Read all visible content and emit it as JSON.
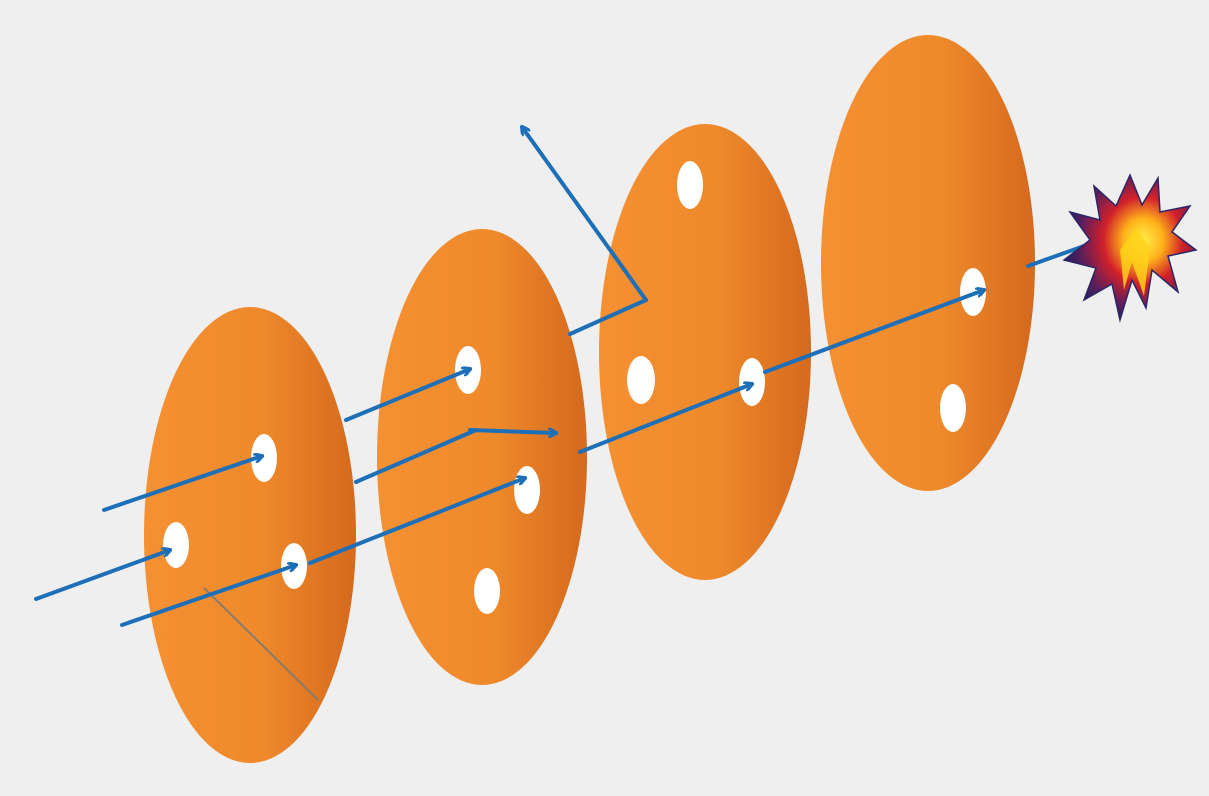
{
  "diagram": {
    "description_items": {
      "discs": [
        {
          "name": "disc-1",
          "holes": 3
        },
        {
          "name": "disc-2",
          "holes": 3
        },
        {
          "name": "disc-3",
          "holes": 3
        },
        {
          "name": "disc-4",
          "holes": 2
        }
      ],
      "target_icon": "explosion-icon"
    },
    "colors": {
      "background": "#efefef",
      "disc_light": "#f28c28",
      "disc_dark": "#d66b1e",
      "hole": "#ffffff",
      "arrow": "#1d6fb8",
      "explosion_outer": "#2d2a6e",
      "explosion_mid": "#c0182a",
      "explosion_core": "#ffd21a"
    }
  }
}
